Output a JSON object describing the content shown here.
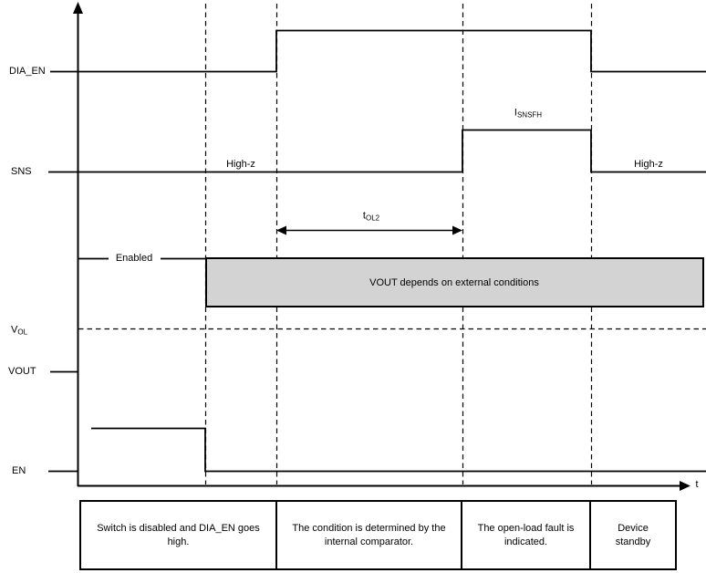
{
  "colors": {
    "line": "#000000",
    "box_fill": "#d3d3d3",
    "background": "#ffffff"
  },
  "axes": {
    "time_label": "t"
  },
  "signals": {
    "dia_en": {
      "label": "DIA_EN"
    },
    "sns": {
      "label": "SNS",
      "highz_left": "High-z",
      "highz_right": "High-z",
      "high_level": {
        "base": "I",
        "sub": "SNSFH"
      }
    },
    "vout": {
      "label": "VOUT",
      "enabled_label": "Enabled",
      "vol": {
        "base": "V",
        "sub": "OL"
      },
      "box_text": "VOUT depends on external conditions"
    },
    "en": {
      "label": "EN"
    }
  },
  "timing": {
    "t_ol2": {
      "base": "t",
      "sub": "OL2"
    }
  },
  "footnotes": [
    {
      "text": "Switch is disabled and DIA_EN goes high."
    },
    {
      "text": "The condition is determined by the internal comparator."
    },
    {
      "text": "The open-load fault is indicated."
    },
    {
      "text": "Device standby"
    }
  ]
}
